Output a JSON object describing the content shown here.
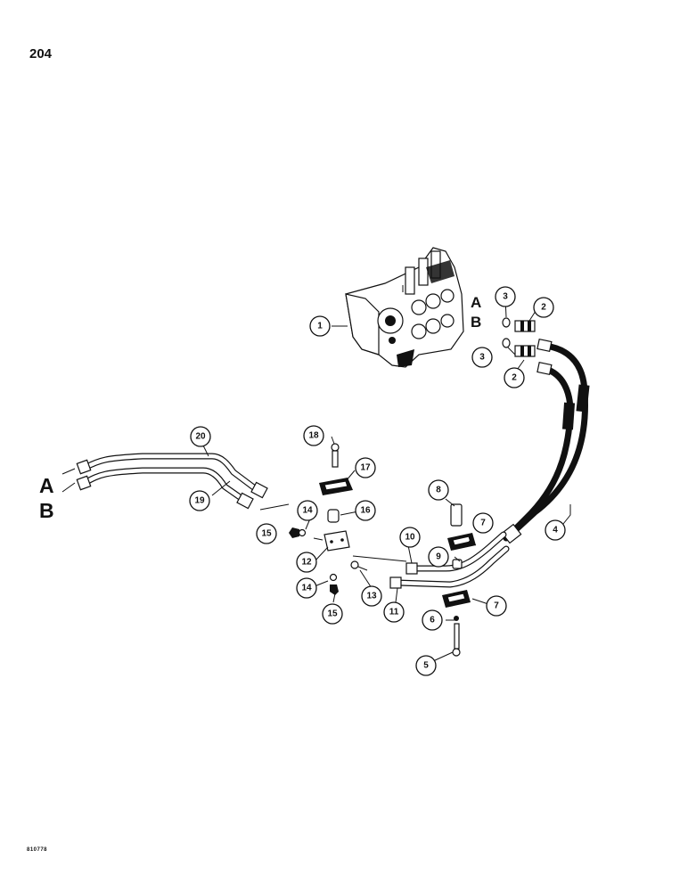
{
  "page_number": "204",
  "port_labels": {
    "valve_a": "A",
    "valve_b": "B",
    "tube_a": "A",
    "tube_b": "B"
  },
  "callouts": [
    "1",
    "2",
    "2",
    "3",
    "3",
    "4",
    "5",
    "6",
    "7",
    "7",
    "8",
    "9",
    "10",
    "11",
    "12",
    "13",
    "14",
    "14",
    "15",
    "15",
    "16",
    "17",
    "18",
    "19",
    "20"
  ],
  "drawing_code": "810778",
  "colors": {
    "ink": "#111111",
    "paper": "#ffffff"
  }
}
